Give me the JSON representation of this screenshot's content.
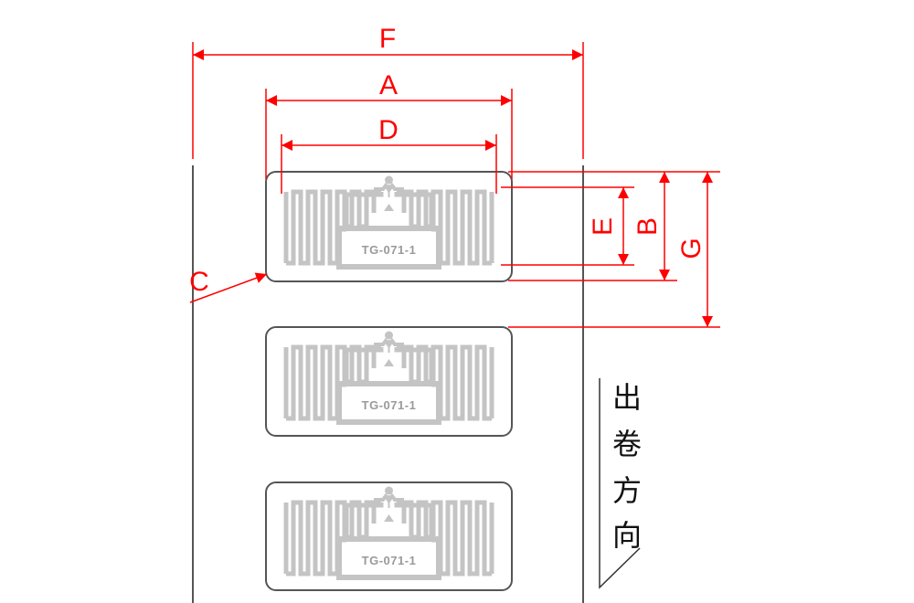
{
  "diagram": {
    "title": "RFID label roll dimension drawing",
    "colors": {
      "dimension": "#ff0000",
      "outline": "#555555",
      "antenna": "#c4c4c4",
      "antenna_text": "#9a9a9a",
      "direction": "#111111"
    },
    "dimensions": {
      "F": "F",
      "A": "A",
      "D": "D",
      "C": "C",
      "E": "E",
      "B": "B",
      "G": "G"
    },
    "labels": [
      {
        "model": "TG-071-1"
      },
      {
        "model": "TG-071-1"
      },
      {
        "model": "TG-071-1"
      }
    ],
    "unwind_direction": {
      "chars": [
        "出",
        "卷",
        "方",
        "向"
      ],
      "meaning": "unwind direction"
    }
  }
}
